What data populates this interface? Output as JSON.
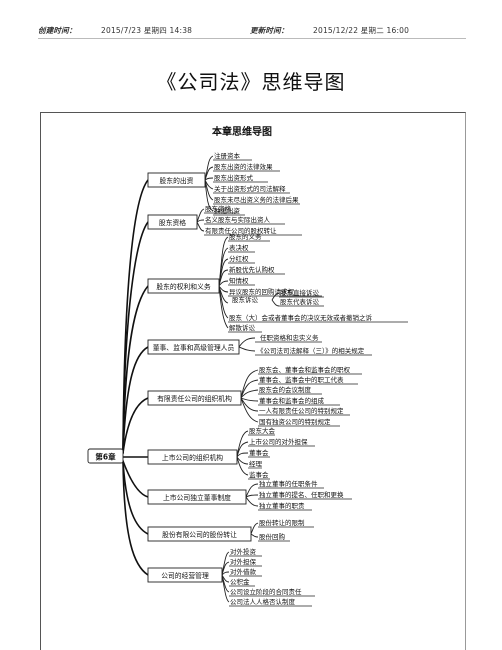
{
  "header": {
    "created_label": "创建时间：",
    "created_value": "2015/7/23 星期四 14:38",
    "updated_label": "更新时间：",
    "updated_value": "2015/12/22 星期二 16:00"
  },
  "document": {
    "title": "《公司法》思维导图"
  },
  "mindmap": {
    "title": "本章思维导图",
    "root": "第6章",
    "branches": [
      {
        "label": "股东的出资",
        "items": [
          "注册资本",
          "股东出资的法律效果",
          "股东出资形式",
          "关于出资形式的司法解释",
          "股东未尽出资义务的法律后果",
          "抽逃出资"
        ]
      },
      {
        "label": "股东资格",
        "items": [
          "股东资格",
          "名义股东与实际出资人",
          "有限责任公司的股权转让"
        ]
      },
      {
        "label": "股东的权利和义务",
        "items": [
          "股东的义务",
          "表决权",
          "分红权",
          "新股优先认购权",
          "知情权",
          "异议股东的回购请求权",
          "股东诉讼",
          "股东直接诉讼",
          "股东代表诉讼",
          "股东（大）会或者董事会的决议无效或者撤销之诉",
          "解散诉讼"
        ]
      },
      {
        "label": "董事、监事和高级管理人员",
        "items": [
          "任职资格和忠实义务",
          "《公司法司法解释（三）》的相关规定"
        ]
      },
      {
        "label": "有限责任公司的组织机构",
        "items": [
          "股东会、董事会和监事会的职权",
          "董事会、监事会中的职工代表",
          "股东会的会议制度",
          "董事会和监事会的组成",
          "一人有限责任公司的特别规定",
          "国有独资公司的特别规定"
        ]
      },
      {
        "label": "上市公司的组织机构",
        "items": [
          "股东大会",
          "上市公司的对外担保",
          "董事会",
          "经理",
          "监事会"
        ]
      },
      {
        "label": "上市公司独立董事制度",
        "items": [
          "独立董事的任职条件",
          "独立董事的提名、任职和更换",
          "独立董事的职责"
        ]
      },
      {
        "label": "股份有限公司的股份转让",
        "items": [
          "股份转让的限制",
          "股份回购"
        ]
      },
      {
        "label": "公司的经营管理",
        "items": [
          "对外投资",
          "对外担保",
          "对外借款",
          "公积金",
          "公司设立阶段的合同责任",
          "公司法人人格否认制度"
        ]
      }
    ]
  }
}
